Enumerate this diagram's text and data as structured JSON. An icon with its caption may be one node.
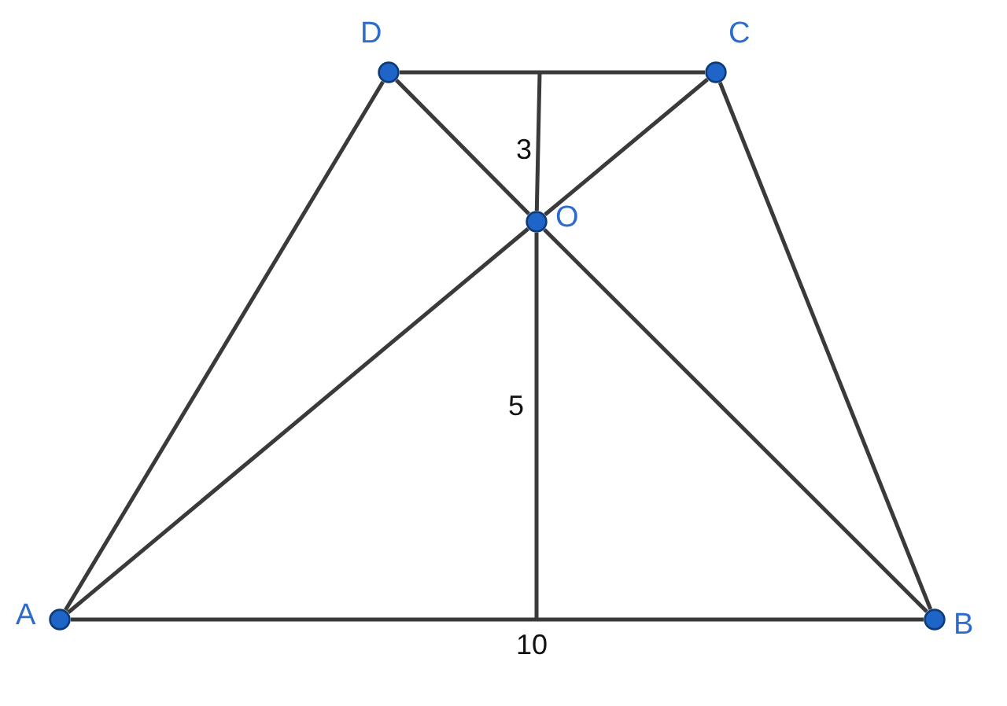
{
  "diagram": {
    "nodes": [
      {
        "text": [
          "D"
        ]
      },
      {
        "text": [
          "C"
        ]
      },
      {
        "text": [
          "O"
        ]
      },
      {
        "text": [
          "A"
        ]
      },
      {
        "text": [
          "B"
        ]
      }
    ],
    "edges": [
      {
        "from": 0,
        "to": 1,
        "arrow": "none"
      },
      {
        "from": 3,
        "to": 4,
        "arrow": "none",
        "label": "10"
      },
      {
        "from": 3,
        "to": 0,
        "arrow": "none"
      },
      {
        "from": 4,
        "to": 1,
        "arrow": "none"
      },
      {
        "from": 3,
        "to": 2,
        "arrow": "none"
      },
      {
        "from": 2,
        "to": 1,
        "arrow": "none"
      },
      {
        "from": 0,
        "to": 2,
        "arrow": "none"
      },
      {
        "from": 2,
        "to": 4,
        "arrow": "none"
      },
      {
        "from": null,
        "to": 2,
        "arrow": "none",
        "label": "3"
      },
      {
        "from": 2,
        "to": null,
        "arrow": "none",
        "label": "5"
      }
    ]
  }
}
